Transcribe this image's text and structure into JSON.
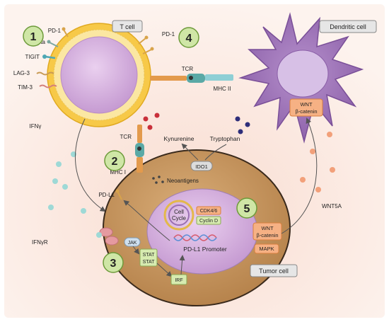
{
  "labels": {
    "t_cell": "T cell",
    "dendritic_cell": "Dendritic cell",
    "tumor_cell": "Tumor cell",
    "pd1_left": "PD-1",
    "vista": "Vista",
    "tigit": "TIGIT",
    "lag3": "LAG-3",
    "tim3": "TIM-3",
    "pd1_right": "PD-1",
    "tcr_top": "TCR",
    "mhc2": "MHC II",
    "ifng": "IFNγ",
    "kynurenine": "Kynurenine",
    "tryptophan": "Tryptophan",
    "ido1": "IDO1",
    "tcr_mid": "TCR",
    "mhc1": "MHC I",
    "neoantigens": "Neoantigens",
    "pdl1": "PD-L1",
    "ifngr": "IFNγR",
    "jak": "JAK",
    "stat1": "STAT",
    "stat2": "STAT",
    "irf": "IRF",
    "cell_cycle_1": "Cell",
    "cell_cycle_2": "Cycle",
    "cdk46": "CDK4/6",
    "cyclin_d": "Cyclin D",
    "pdl1_promoter": "PD-L1 Promoter",
    "wnt_tumor": "WNT",
    "bcatenin_tumor": "β-catenin",
    "mapk": "MAPK",
    "wnt_dc": "WNT",
    "bcatenin_dc": "β-catenin",
    "wnt5a": "WNT5A"
  },
  "badges": [
    "1",
    "2",
    "3",
    "4",
    "5"
  ],
  "colors": {
    "badge_fill": "#cfe6a6",
    "badge_stroke": "#6d9a3a",
    "tcell_membrane": "#f7c948",
    "tcell_nucleus": "#d9b6e0",
    "dc_body": "#9b6fb5",
    "tumor_body": "#c99a64",
    "tumor_nucleus": "#c8a2d4",
    "label_box": "#e6e6e6",
    "orange_box": "#f6b184",
    "green_box": "#d7ebb0"
  }
}
